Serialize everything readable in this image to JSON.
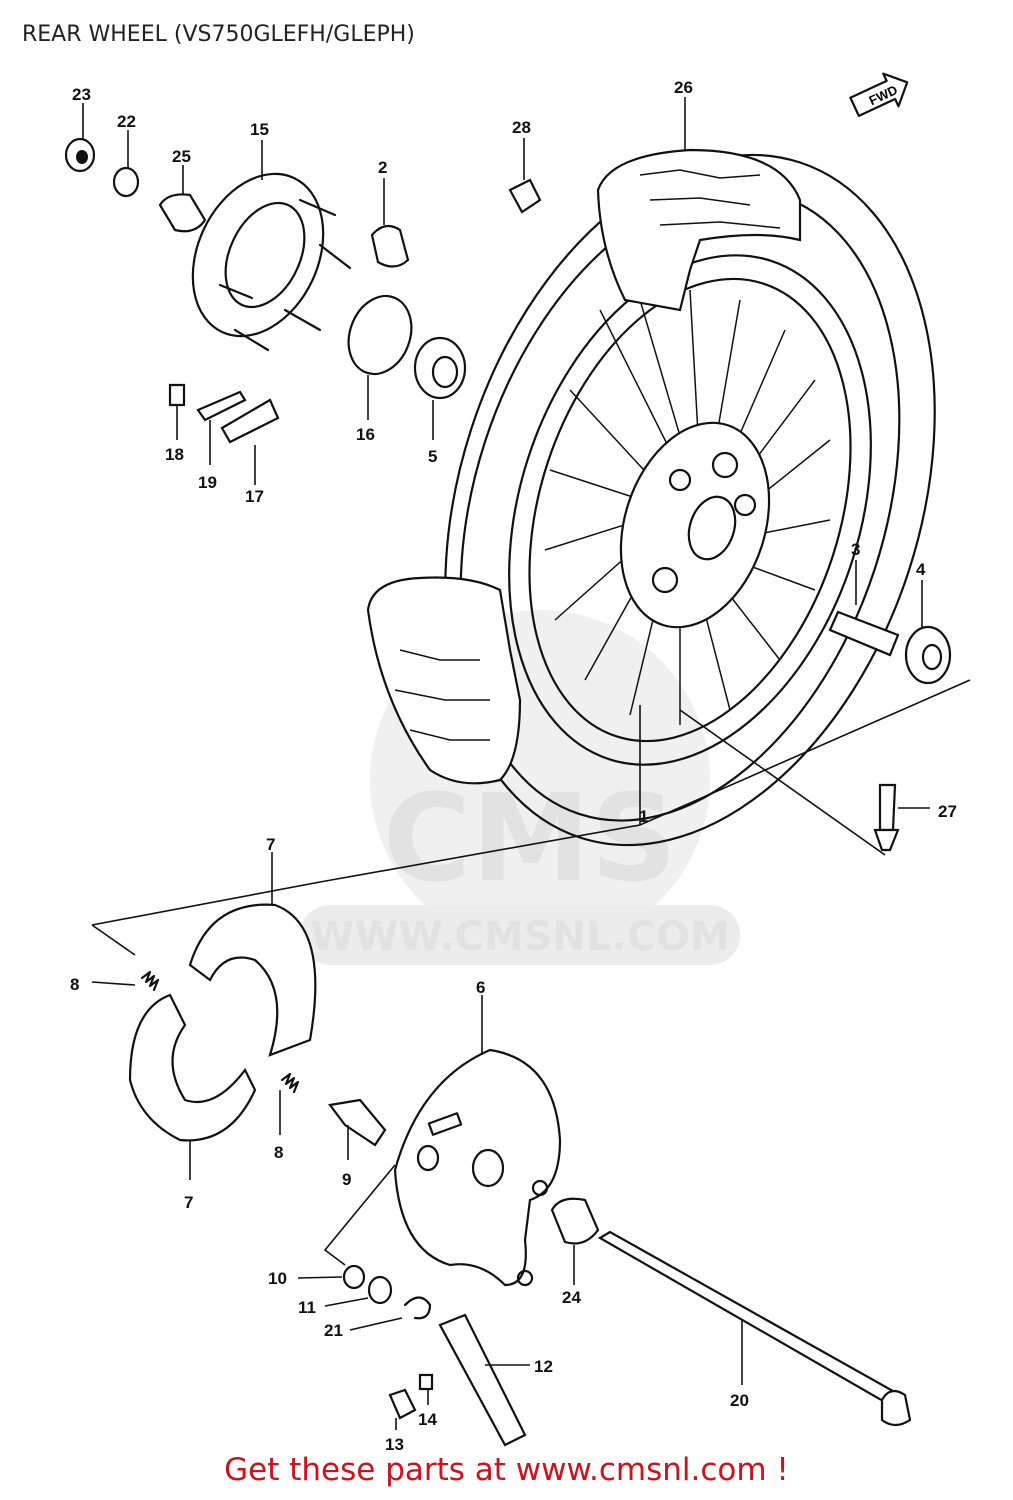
{
  "title": "REAR WHEEL (VS750GLEFH/GLEPH)",
  "watermark": {
    "logo": "CMS",
    "url": "WWW.CMSNL.COM"
  },
  "fwd_label": "FWD",
  "footer": "Get these parts at www.cmsnl.com !",
  "labels": {
    "p1": "1",
    "p2": "2",
    "p3": "3",
    "p4": "4",
    "p5": "5",
    "p6": "6",
    "p7a": "7",
    "p7b": "7",
    "p8a": "8",
    "p8b": "8",
    "p9": "9",
    "p10": "10",
    "p11": "11",
    "p12": "12",
    "p13": "13",
    "p14": "14",
    "p15": "15",
    "p16": "16",
    "p17": "17",
    "p18": "18",
    "p19": "19",
    "p20": "20",
    "p21": "21",
    "p22": "22",
    "p23": "23",
    "p24": "24",
    "p25": "25",
    "p26": "26",
    "p27": "27",
    "p28": "28"
  }
}
